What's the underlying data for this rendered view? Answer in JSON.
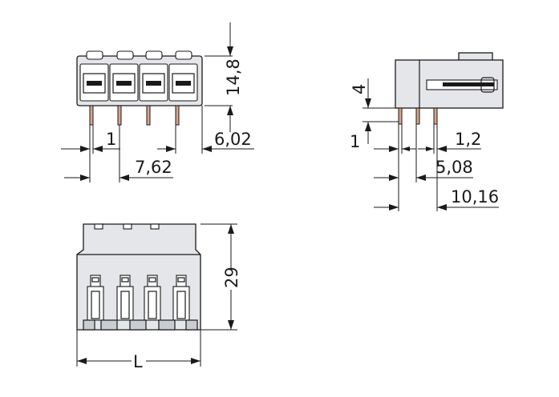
{
  "dimensions": {
    "front_height": "14,8",
    "pin_width_front": "1",
    "pitch": "7,62",
    "pin_offset_front": "6,02",
    "side_top": "4",
    "side_pin_low": "1",
    "side_pin_width": "1,2",
    "side_pitch": "5,08",
    "side_length": "10,16",
    "bottom_depth": "29",
    "length": "L"
  },
  "colors": {
    "body": "#e4e6e9",
    "pin": "#d9a58c",
    "line": "#1a1a1a"
  }
}
